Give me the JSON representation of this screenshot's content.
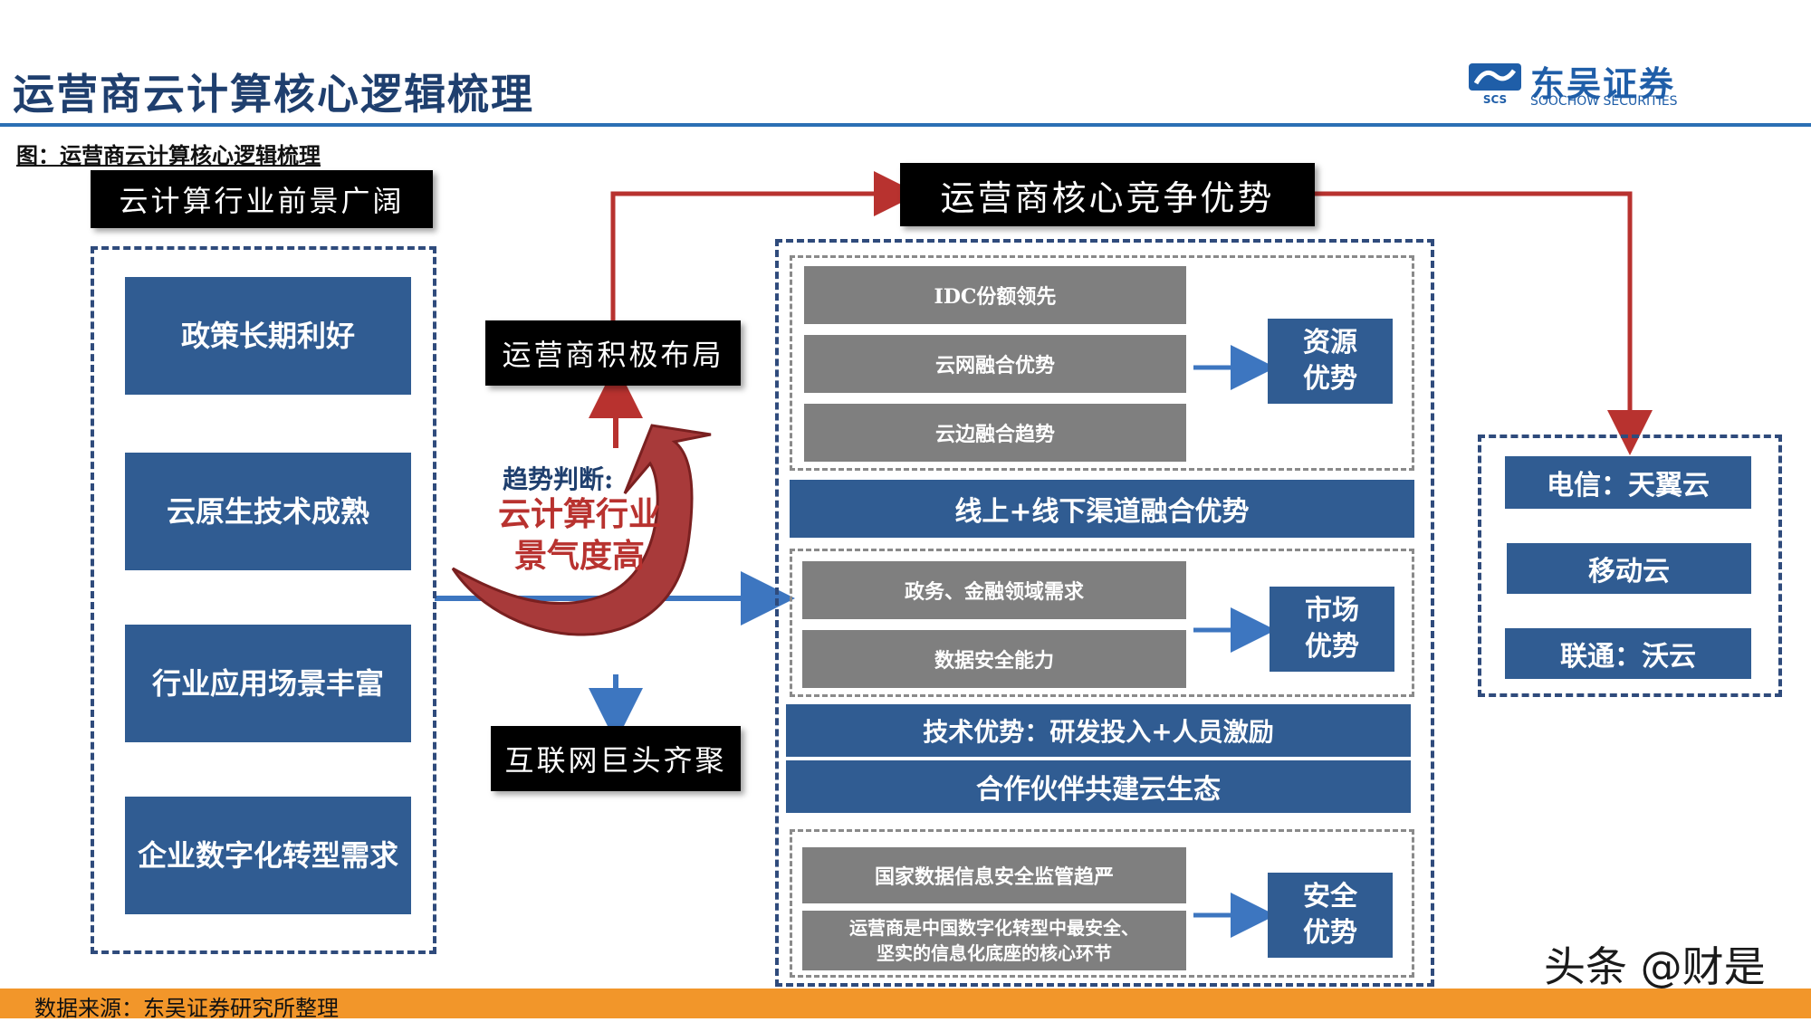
{
  "header": {
    "title": "运营商云计算核心逻辑梳理",
    "logo_cn": "东吴证券",
    "logo_en": "SOOCHOW SECURITIES",
    "logo_mark": "SCS"
  },
  "figure_caption": "图：运营商云计算核心逻辑梳理",
  "left": {
    "heading": "云计算行业前景广阔",
    "items": [
      "政策长期利好",
      "云原生技术成熟",
      "行业应用场景丰富",
      "企业数字化转型需求"
    ]
  },
  "middle": {
    "top_box": "运营商积极布局",
    "bottom_box": "互联网巨头齐聚",
    "trend_label": "趋势判断:",
    "trend_text_1": "云计算行业",
    "trend_text_2": "景气度高"
  },
  "center": {
    "heading": "运营商核心竞争优势",
    "resource": {
      "items": [
        "IDC份额领先",
        "云网融合优势",
        "云边融合趋势"
      ],
      "label_1": "资源",
      "label_2": "优势"
    },
    "channel_bar": "线上+线下渠道融合优势",
    "market": {
      "items": [
        "政务、金融领域需求",
        "数据安全能力"
      ],
      "label_1": "市场",
      "label_2": "优势"
    },
    "tech_bar": "技术优势：研发投入+人员激励",
    "partner_bar": "合作伙伴共建云生态",
    "security": {
      "items": [
        "国家数据信息安全监管趋严",
        "运营商是中国数字化转型中最安全、",
        "坚实的信息化底座的核心环节"
      ],
      "label_1": "安全",
      "label_2": "优势"
    }
  },
  "right": {
    "items": [
      "电信：天翼云",
      "移动云",
      "联通：沃云"
    ]
  },
  "footer": {
    "source": "数据来源：东吴证券研究所整理"
  },
  "watermark": "头条 @财是",
  "colors": {
    "navy": "#305c92",
    "grey": "#7f7f7f",
    "red": "#b8322f",
    "blue_arrow": "#3d76c0",
    "footer": "#f2962a"
  }
}
